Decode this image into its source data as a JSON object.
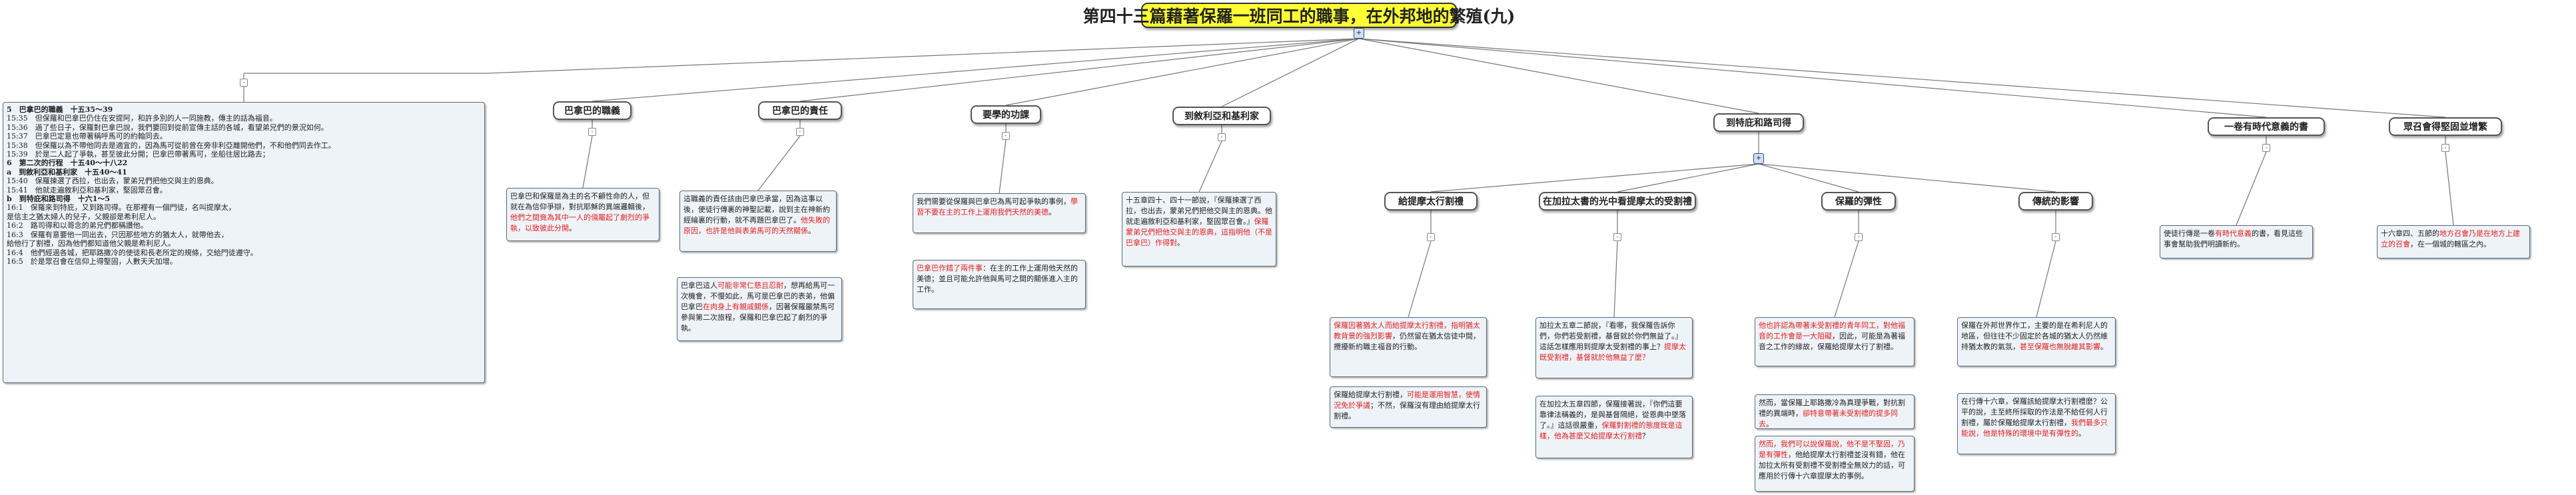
{
  "root": {
    "title": "第四十三篇藉著保羅一班同工的職事，在外邦地的繁殖(九)",
    "hub_icon": "+"
  },
  "outline": {
    "lines": [
      {
        "t": "5　巴拿巴的職義　十五35～39",
        "h": true
      },
      {
        "t": "15:35　但保羅和巴拿巴仍住在安提阿，和許多別的人一同施教，傳主的話為福音。"
      },
      {
        "t": "15:36　過了些日子，保羅對巴拿巴說，我們要回到從前宣傳主話的各城，看望弟兄們的景況如何。"
      },
      {
        "t": "15:37　巴拿巴定意也帶著稱呼馬可的約翰同去。"
      },
      {
        "t": "15:38　但保羅以為不帶他同去是適宜的，因為馬可從前曾在旁非利亞離開他們，不和他們同去作工。"
      },
      {
        "t": "15:39　於是二人起了爭執，甚至彼此分開；巴拿巴帶著馬可，坐船往居比路去；"
      },
      {
        "t": "6　第二次的行程　十五40～十八22",
        "h": true
      },
      {
        "t": "a　到敘利亞和基利家　十五40～41",
        "h": true
      },
      {
        "t": "15:40　保羅揀選了西拉，也出去，蒙弟兄們把他交與主的恩典。"
      },
      {
        "t": "15:41　他就走遍敘利亞和基利家，堅固眾召會。"
      },
      {
        "t": "b　到特庇和路司得　十六1～5",
        "h": true
      },
      {
        "t": "16:1　保羅來到特庇，又到路司得。在那裡有一個門徒，名叫提摩太，"
      },
      {
        "t": "是信主之猶太婦人的兒子，父親卻是希利尼人。"
      },
      {
        "t": "16:2　路司得和以哥念的弟兄們都稱讚他。"
      },
      {
        "t": "16:3　保羅有意要他一同出去，只因那些地方的猶太人，就帶他去，"
      },
      {
        "t": "給他行了割禮，因為他們都知道他父親是希利尼人。"
      },
      {
        "t": "16:4　他們經過各城，把耶路撒冷的使徒和長老所定的規條，交給門徒遵守。"
      },
      {
        "t": "16:5　於是眾召會在信仰上得堅固，人數天天加增。"
      }
    ]
  },
  "branches": [
    {
      "label": "巴拿巴的職義",
      "notes": [
        [
          {
            "t": "巴拿巴和保羅是為主的名不顧性命的人，但就在為信仰爭辯，對抗耶穌的異端邏輯後，",
            "r": false
          },
          {
            "t": "他們之間竟為其中一人的倆屬起了劇烈的爭執，以致彼此分開",
            "r": true
          },
          {
            "t": "。",
            "r": false
          }
        ]
      ]
    },
    {
      "label": "巴拿巴的責任",
      "notes": [
        [
          {
            "t": "這職義的責任該由巴拿巴承當，因為這事以後，使徒行傳裏的神聖記載，說到主在神新約經綸裏的行動，就不再題巴拿巴了。",
            "r": false
          },
          {
            "t": "他失敗的原因，也許是他與表弟馬可的天然關係",
            "r": true
          },
          {
            "t": "。",
            "r": false
          }
        ],
        [
          {
            "t": "巴拿巴這人",
            "r": false
          },
          {
            "t": "可能非常仁慈且忍耐",
            "r": true
          },
          {
            "t": "，想再給馬可一次機會，不慢如此，馬可是巴拿巴的表弟，他偏巴拿巴",
            "r": false
          },
          {
            "t": "在肉身上有親戚關係",
            "r": true
          },
          {
            "t": "，因著保羅嚴禁馬可參與第二次旅程，保羅和巴拿巴起了劇烈的爭執。",
            "r": false
          }
        ]
      ]
    },
    {
      "label": "要學的功課",
      "notes": [
        [
          {
            "t": "我們需要從保羅與巴拿巴為馬可起爭執的事例，",
            "r": false
          },
          {
            "t": "學習不要在主的工作上運用我們天然的美德",
            "r": true
          },
          {
            "t": "。",
            "r": false
          }
        ],
        [
          {
            "t": "巴拿巴作錯了兩件事",
            "r": true
          },
          {
            "t": "：在主的工作上運用他天然的美德；並且可能允許他與馬可之間的關係進入主的工作。",
            "r": false
          }
        ]
      ]
    },
    {
      "label": "到敘利亞和基利家",
      "notes": [
        [
          {
            "t": "十五章四十、四十一節說，『保羅揀選了西拉，也出去，蒙弟兄們把他交與主的恩典。他就走遍敘利亞和基利家，堅固眾召會。』",
            "r": false
          },
          {
            "t": "保羅蒙弟兄們把他交與主的恩典，這指明他（不是巴拿巴）作得對",
            "r": true
          },
          {
            "t": "。",
            "r": false
          }
        ]
      ]
    },
    {
      "label": "到特庇和路司得",
      "children": [
        {
          "label": "給提摩太行割禮",
          "notes": [
            [
              {
                "t": "保羅因著猶太人而給提摩太行割禮，指明",
                "r": true
              },
              {
                "t": "猶太教背景的強烈影響",
                "r": true
              },
              {
                "t": "，仍然留在猶太信徒中間，攪擾新約職主福音的行動。",
                "r": false
              }
            ],
            [
              {
                "t": "保羅給提摩太行割禮，",
                "r": false
              },
              {
                "t": "可能是運用智慧，使情況免於爭議",
                "r": true
              },
              {
                "t": "；不然，保羅沒有理由給提摩太行割禮。",
                "r": false
              }
            ]
          ]
        },
        {
          "label": "在加拉太書的光中看提摩太的受割禮",
          "notes": [
            [
              {
                "t": "加拉太五章二節說，『看哪，我保羅告訴你們，你們若受割禮，基督就於你們無益了。』這話怎樣應用到提摩太受割禮的事上？",
                "r": false
              },
              {
                "t": "提摩太既受割禮，基督就於他無益了麼？",
                "r": true
              }
            ],
            [
              {
                "t": "在加拉太五章四節，保羅接著說，『你們這要靠律法稱義的，是與基督隔絕，從恩典中墜落了。』這話很嚴重，",
                "r": false
              },
              {
                "t": "保羅對割禮的態度既是這樣，他為甚麼又給提摩太行割禮",
                "r": true
              },
              {
                "t": "？",
                "r": false
              }
            ]
          ]
        },
        {
          "label": "保羅的彈性",
          "notes": [
            [
              {
                "t": "他也許認為帶著未受割禮的青年同工，對",
                "r": true
              },
              {
                "t": "他福音的工作會是一大阻礙",
                "r": true
              },
              {
                "t": "，因此，可能是為著福音之工作的緣故，保羅給提摩太行了割禮。",
                "r": false
              }
            ],
            [
              {
                "t": "然而，當保羅上耶路撒冷為真理爭戰，對抗割禮的異端時，",
                "r": false
              },
              {
                "t": "卻特意帶著未受割禮的提多同去",
                "r": true
              },
              {
                "t": "。",
                "r": false
              }
            ],
            [
              {
                "t": "然而，我們可以說保羅說，他不是不堅固，乃是有彈性",
                "r": true
              },
              {
                "t": "，他給提摩太行割禮並沒有錯，他在加拉太所有受割禮不受割禮全無效力的話，可應用於行傳十六章提摩太的事例。",
                "r": false
              }
            ]
          ]
        },
        {
          "label": "傳統的影響",
          "notes": [
            [
              {
                "t": "保羅在外邦世界作工，主要的是在希利尼人的地區，但往往不少固定於各城的猶太人仍然維持猶太教的氣氛，",
                "r": false
              },
              {
                "t": "甚至保羅也無脫離其影響",
                "r": true
              },
              {
                "t": "。",
                "r": false
              }
            ],
            [
              {
                "t": "在行傳十六章，保羅該給提摩太行割禮麼？公平的說，主至終所採取的作法是不給任何人行割禮，屬於保羅給提摩太行割禮，",
                "r": false
              },
              {
                "t": "我們最多只能說，他是特殊的環境中是有彈性的",
                "r": true
              },
              {
                "t": "。",
                "r": false
              }
            ]
          ]
        }
      ]
    },
    {
      "label": "一卷有時代意義的書",
      "notes": [
        [
          {
            "t": "使徒行傳是一卷",
            "r": false
          },
          {
            "t": "有時代意義",
            "r": true
          },
          {
            "t": "的書，看見這些事會幫助我們明讀新約。",
            "r": false
          }
        ]
      ]
    },
    {
      "label": "眾召會得堅固並增繁",
      "notes": [
        [
          {
            "t": "十六章四、五節的",
            "r": false
          },
          {
            "t": "地方召會乃是在地方上建立的召會",
            "r": true
          },
          {
            "t": "，在一個城的轄區之內。",
            "r": false
          }
        ]
      ]
    }
  ],
  "colors": {
    "root_fill": "#ffff33",
    "edge": "#777777",
    "red_text": "#e02020",
    "note_fill": "#eef3f8"
  }
}
